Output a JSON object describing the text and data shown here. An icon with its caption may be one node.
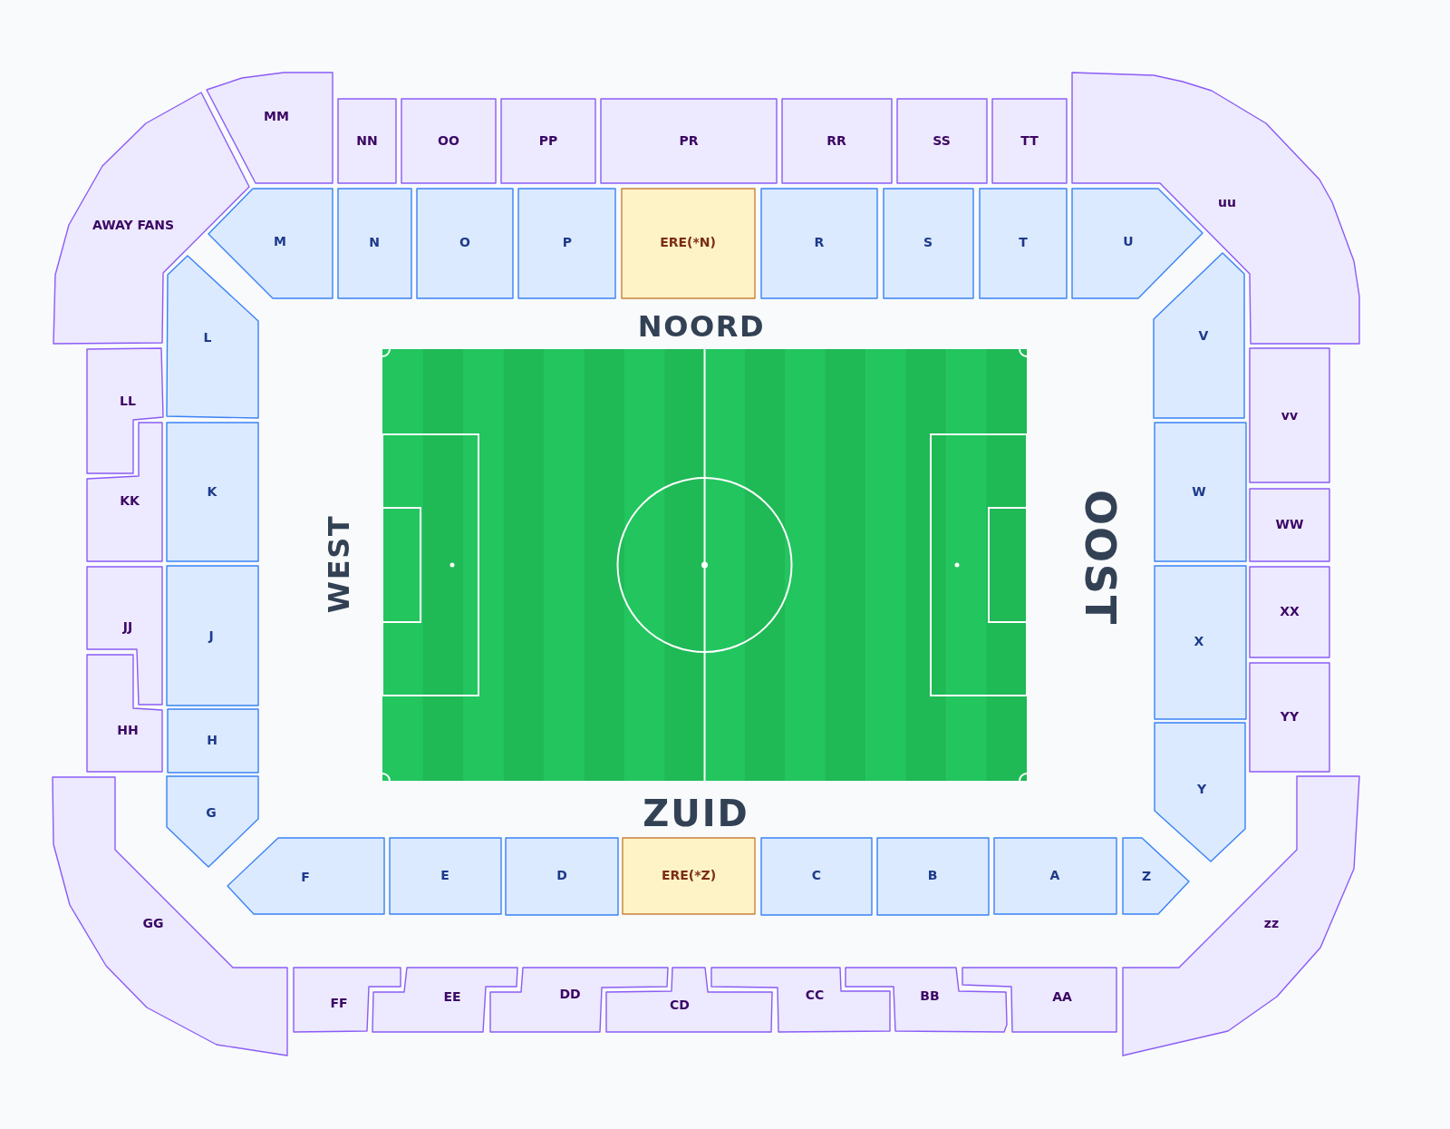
{
  "diagram": {
    "nodes": [
      {
        "text": [
          "MM"
        ]
      },
      {
        "text": [
          "NN"
        ]
      },
      {
        "text": [
          "OO"
        ]
      },
      {
        "text": [
          "PP"
        ]
      },
      {
        "text": [
          "PR"
        ]
      },
      {
        "text": [
          "RR"
        ]
      },
      {
        "text": [
          "SS"
        ]
      },
      {
        "text": [
          "TT"
        ]
      },
      {
        "text": [
          "uu"
        ]
      },
      {
        "text": [
          "AWAY FANS"
        ]
      },
      {
        "text": [
          "M"
        ]
      },
      {
        "text": [
          "N"
        ]
      },
      {
        "text": [
          "O"
        ]
      },
      {
        "text": [
          "P"
        ]
      },
      {
        "text": [
          "ERE(*N)"
        ]
      },
      {
        "text": [
          "R"
        ]
      },
      {
        "text": [
          "S"
        ]
      },
      {
        "text": [
          "T"
        ]
      },
      {
        "text": [
          "U"
        ]
      },
      {
        "text": [
          "L"
        ]
      },
      {
        "text": [
          "K"
        ]
      },
      {
        "text": [
          "J"
        ]
      },
      {
        "text": [
          "H"
        ]
      },
      {
        "text": [
          "G"
        ]
      },
      {
        "text": [
          "LL"
        ]
      },
      {
        "text": [
          "KK"
        ]
      },
      {
        "text": [
          "JJ"
        ]
      },
      {
        "text": [
          "HH"
        ]
      },
      {
        "text": [
          "GG"
        ]
      },
      {
        "text": [
          "V"
        ]
      },
      {
        "text": [
          "W"
        ]
      },
      {
        "text": [
          "X"
        ]
      },
      {
        "text": [
          "Y"
        ]
      },
      {
        "text": [
          "vv"
        ]
      },
      {
        "text": [
          "WW"
        ]
      },
      {
        "text": [
          "XX"
        ]
      },
      {
        "text": [
          "YY"
        ]
      },
      {
        "text": [
          "zz"
        ]
      },
      {
        "text": [
          "F"
        ]
      },
      {
        "text": [
          "E"
        ]
      },
      {
        "text": [
          "D"
        ]
      },
      {
        "text": [
          "ERE(*Z)"
        ]
      },
      {
        "text": [
          "C"
        ]
      },
      {
        "text": [
          "B"
        ]
      },
      {
        "text": [
          "A"
        ]
      },
      {
        "text": [
          "Z"
        ]
      },
      {
        "text": [
          "FF"
        ]
      },
      {
        "text": [
          "EE"
        ]
      },
      {
        "text": [
          "DD"
        ]
      },
      {
        "text": [
          "CD"
        ]
      },
      {
        "text": [
          "CC"
        ]
      },
      {
        "text": [
          "BB"
        ]
      },
      {
        "text": [
          "AA"
        ]
      }
    ],
    "labels": [
      "NOORD",
      "WEST",
      "OOST",
      "ZUID"
    ]
  }
}
